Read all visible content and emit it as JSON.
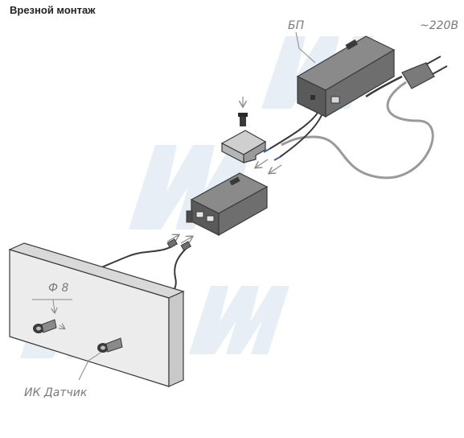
{
  "header": {
    "title": "Врезной монтаж"
  },
  "callouts": {
    "power_supply": "БП",
    "mains_voltage": "~220В",
    "hole_diameter": "Ф 8",
    "ir_sensor": "ИК Датчик"
  },
  "colors": {
    "line": "#3a3a3a",
    "housing": "#6e6e6e",
    "housing_dark": "#4b4b4b",
    "panel": "#ececec",
    "watermark": "#dfe8f2",
    "callout_text": "#7a7a7a",
    "arrow": "#8a8a8a"
  }
}
